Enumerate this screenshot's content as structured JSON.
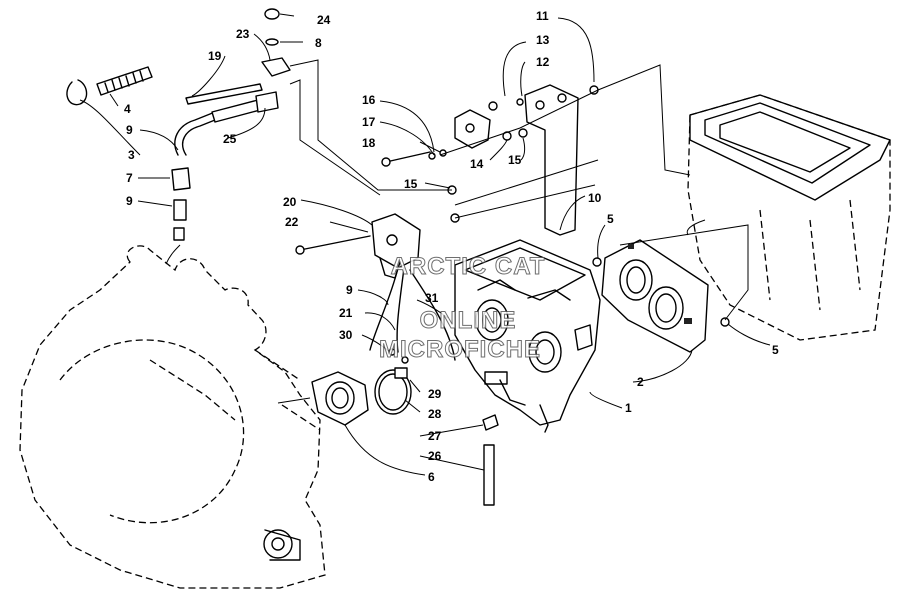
{
  "watermark": {
    "line1": "ARCTIC CAT",
    "line2": "ONLINE",
    "line3": "MICROFICHE"
  },
  "callouts": {
    "c1": "1",
    "c2": "2",
    "c3": "3",
    "c4": "4",
    "c5a": "5",
    "c5b": "5",
    "c6": "6",
    "c7": "7",
    "c8": "8",
    "c9a": "9",
    "c9b": "9",
    "c9c": "9",
    "c10": "10",
    "c11": "11",
    "c12": "12",
    "c13": "13",
    "c14": "14",
    "c15a": "15",
    "c15b": "15",
    "c16": "16",
    "c17": "17",
    "c18": "18",
    "c19": "19",
    "c20": "20",
    "c21": "21",
    "c22": "22",
    "c23": "23",
    "c24": "24",
    "c25": "25",
    "c26": "26",
    "c27": "27",
    "c28": "28",
    "c29": "29",
    "c30": "30",
    "c31": "31"
  }
}
